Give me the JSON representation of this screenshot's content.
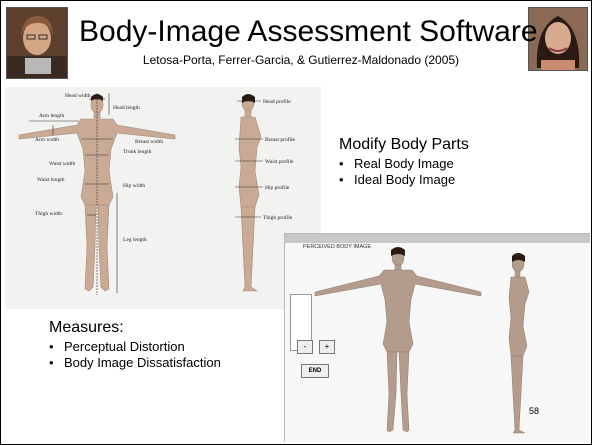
{
  "slide": {
    "title": "Body-Image Assessment Software",
    "subtitle": "Letosa-Porta, Ferrer-Garcia, & Gutierrez-Maldonado (2005)",
    "page_number": "58"
  },
  "modify_section": {
    "heading": "Modify Body Parts",
    "items": [
      "Real Body Image",
      "Ideal Body Image"
    ]
  },
  "measures_section": {
    "heading": "Measures:",
    "items": [
      "Perceptual Distortion",
      "Body Image Dissatisfaction"
    ]
  },
  "diagram": {
    "labels": {
      "head_width": "Head width",
      "head_length": "Head length",
      "arm_length": "Arm length",
      "arm_width": "Arm width",
      "breast_width": "Breast width",
      "trunk_length": "Trunk length",
      "waist_width": "Waist width",
      "waist_length": "Waist length",
      "hip_width": "Hip width",
      "thigh_width": "Thigh width",
      "leg_length": "Leg length",
      "head_profile": "Head profile",
      "breast_profile": "Breast profile",
      "waist_profile": "Waist profile",
      "hip_profile": "Hip profile",
      "thigh_profile": "Thigh profile"
    }
  },
  "software_screen": {
    "header": "PERCEIVED BODY IMAGE",
    "minus_label": "-",
    "plus_label": "+",
    "end_label": "END"
  },
  "colors": {
    "skin": "#c9aa95",
    "skin_shadow": "#a8897a",
    "hair": "#2a1a12"
  }
}
